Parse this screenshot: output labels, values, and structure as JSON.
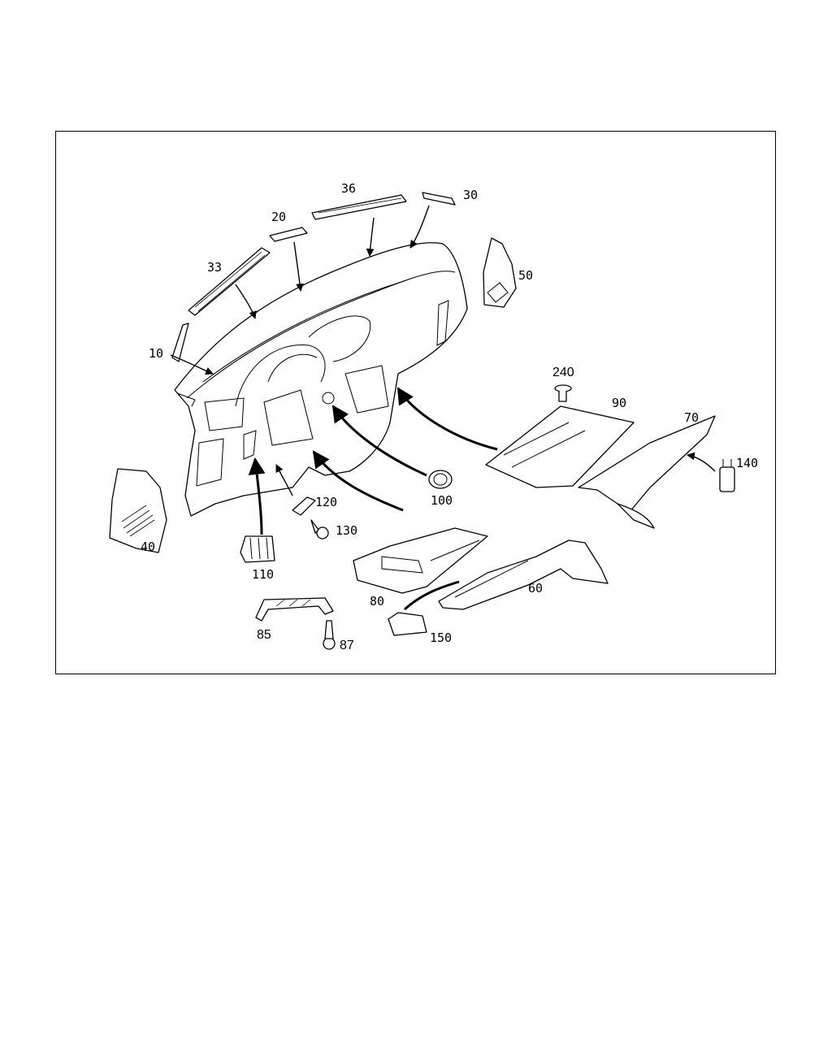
{
  "callouts": {
    "c10": "10",
    "c20": "20",
    "c30": "30",
    "c33": "33",
    "c36": "36",
    "c40": "40",
    "c50": "50",
    "c60": "60",
    "c70": "70",
    "c80": "80",
    "c85": "85",
    "c87": "87",
    "c90": "90",
    "c100": "100",
    "c110": "110",
    "c120": "120",
    "c130": "130",
    "c140": "140",
    "c150": "150",
    "c240": "240"
  }
}
